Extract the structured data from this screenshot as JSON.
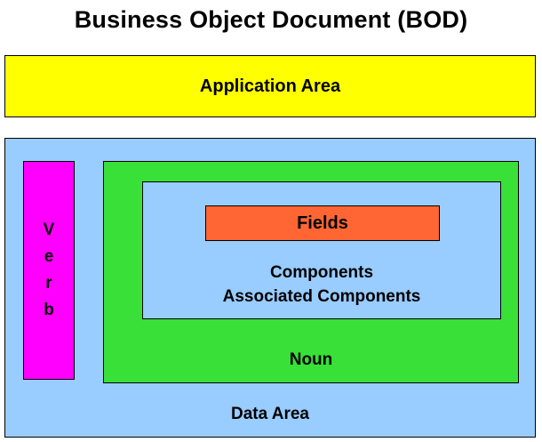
{
  "diagram": {
    "title": "Business Object Document (BOD)",
    "application_area": {
      "label": "Application Area",
      "color": "#FFFF00"
    },
    "data_area": {
      "label": "Data Area",
      "color": "#99CCFF"
    },
    "verb": {
      "label": "V\ne\nr\nb",
      "color": "#FF00FF"
    },
    "noun": {
      "label": "Noun",
      "color": "#38E038"
    },
    "components": {
      "line1": "Components",
      "line2": "Associated Components",
      "color": "#99CCFF"
    },
    "fields": {
      "label": "Fields",
      "color": "#FF6633"
    },
    "border_color": "#000000",
    "text_color": "#000000",
    "background_color": "#FFFFFF"
  }
}
